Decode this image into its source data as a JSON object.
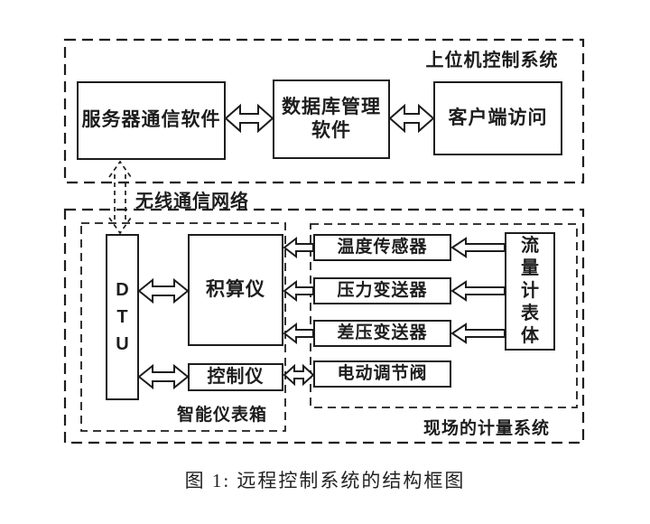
{
  "figure": {
    "caption": "图 1: 远程控制系统的结构框图"
  },
  "host_system": {
    "label": "上位机控制系统",
    "server_box": "服务器通信软件",
    "database_box": "数据库管理\n软件",
    "client_box": "客户端访问"
  },
  "wireless": {
    "label": "无线通信网络"
  },
  "field_system": {
    "label": "现场的计量系统",
    "cabinet_label": "智能仪表箱",
    "dtu_box": "DTU",
    "totalizer_box": "积算仪",
    "controller_box": "控制仪",
    "temperature_sensor_box": "温度传感器",
    "pressure_transmitter_box": "压力变送器",
    "diff_pressure_transmitter_box": "差压变送器",
    "electric_valve_box": "电动调节阀",
    "flowmeter_body_box": "流量计表体"
  },
  "colors": {
    "line": "#1d1d1d",
    "background": "#ffffff"
  }
}
